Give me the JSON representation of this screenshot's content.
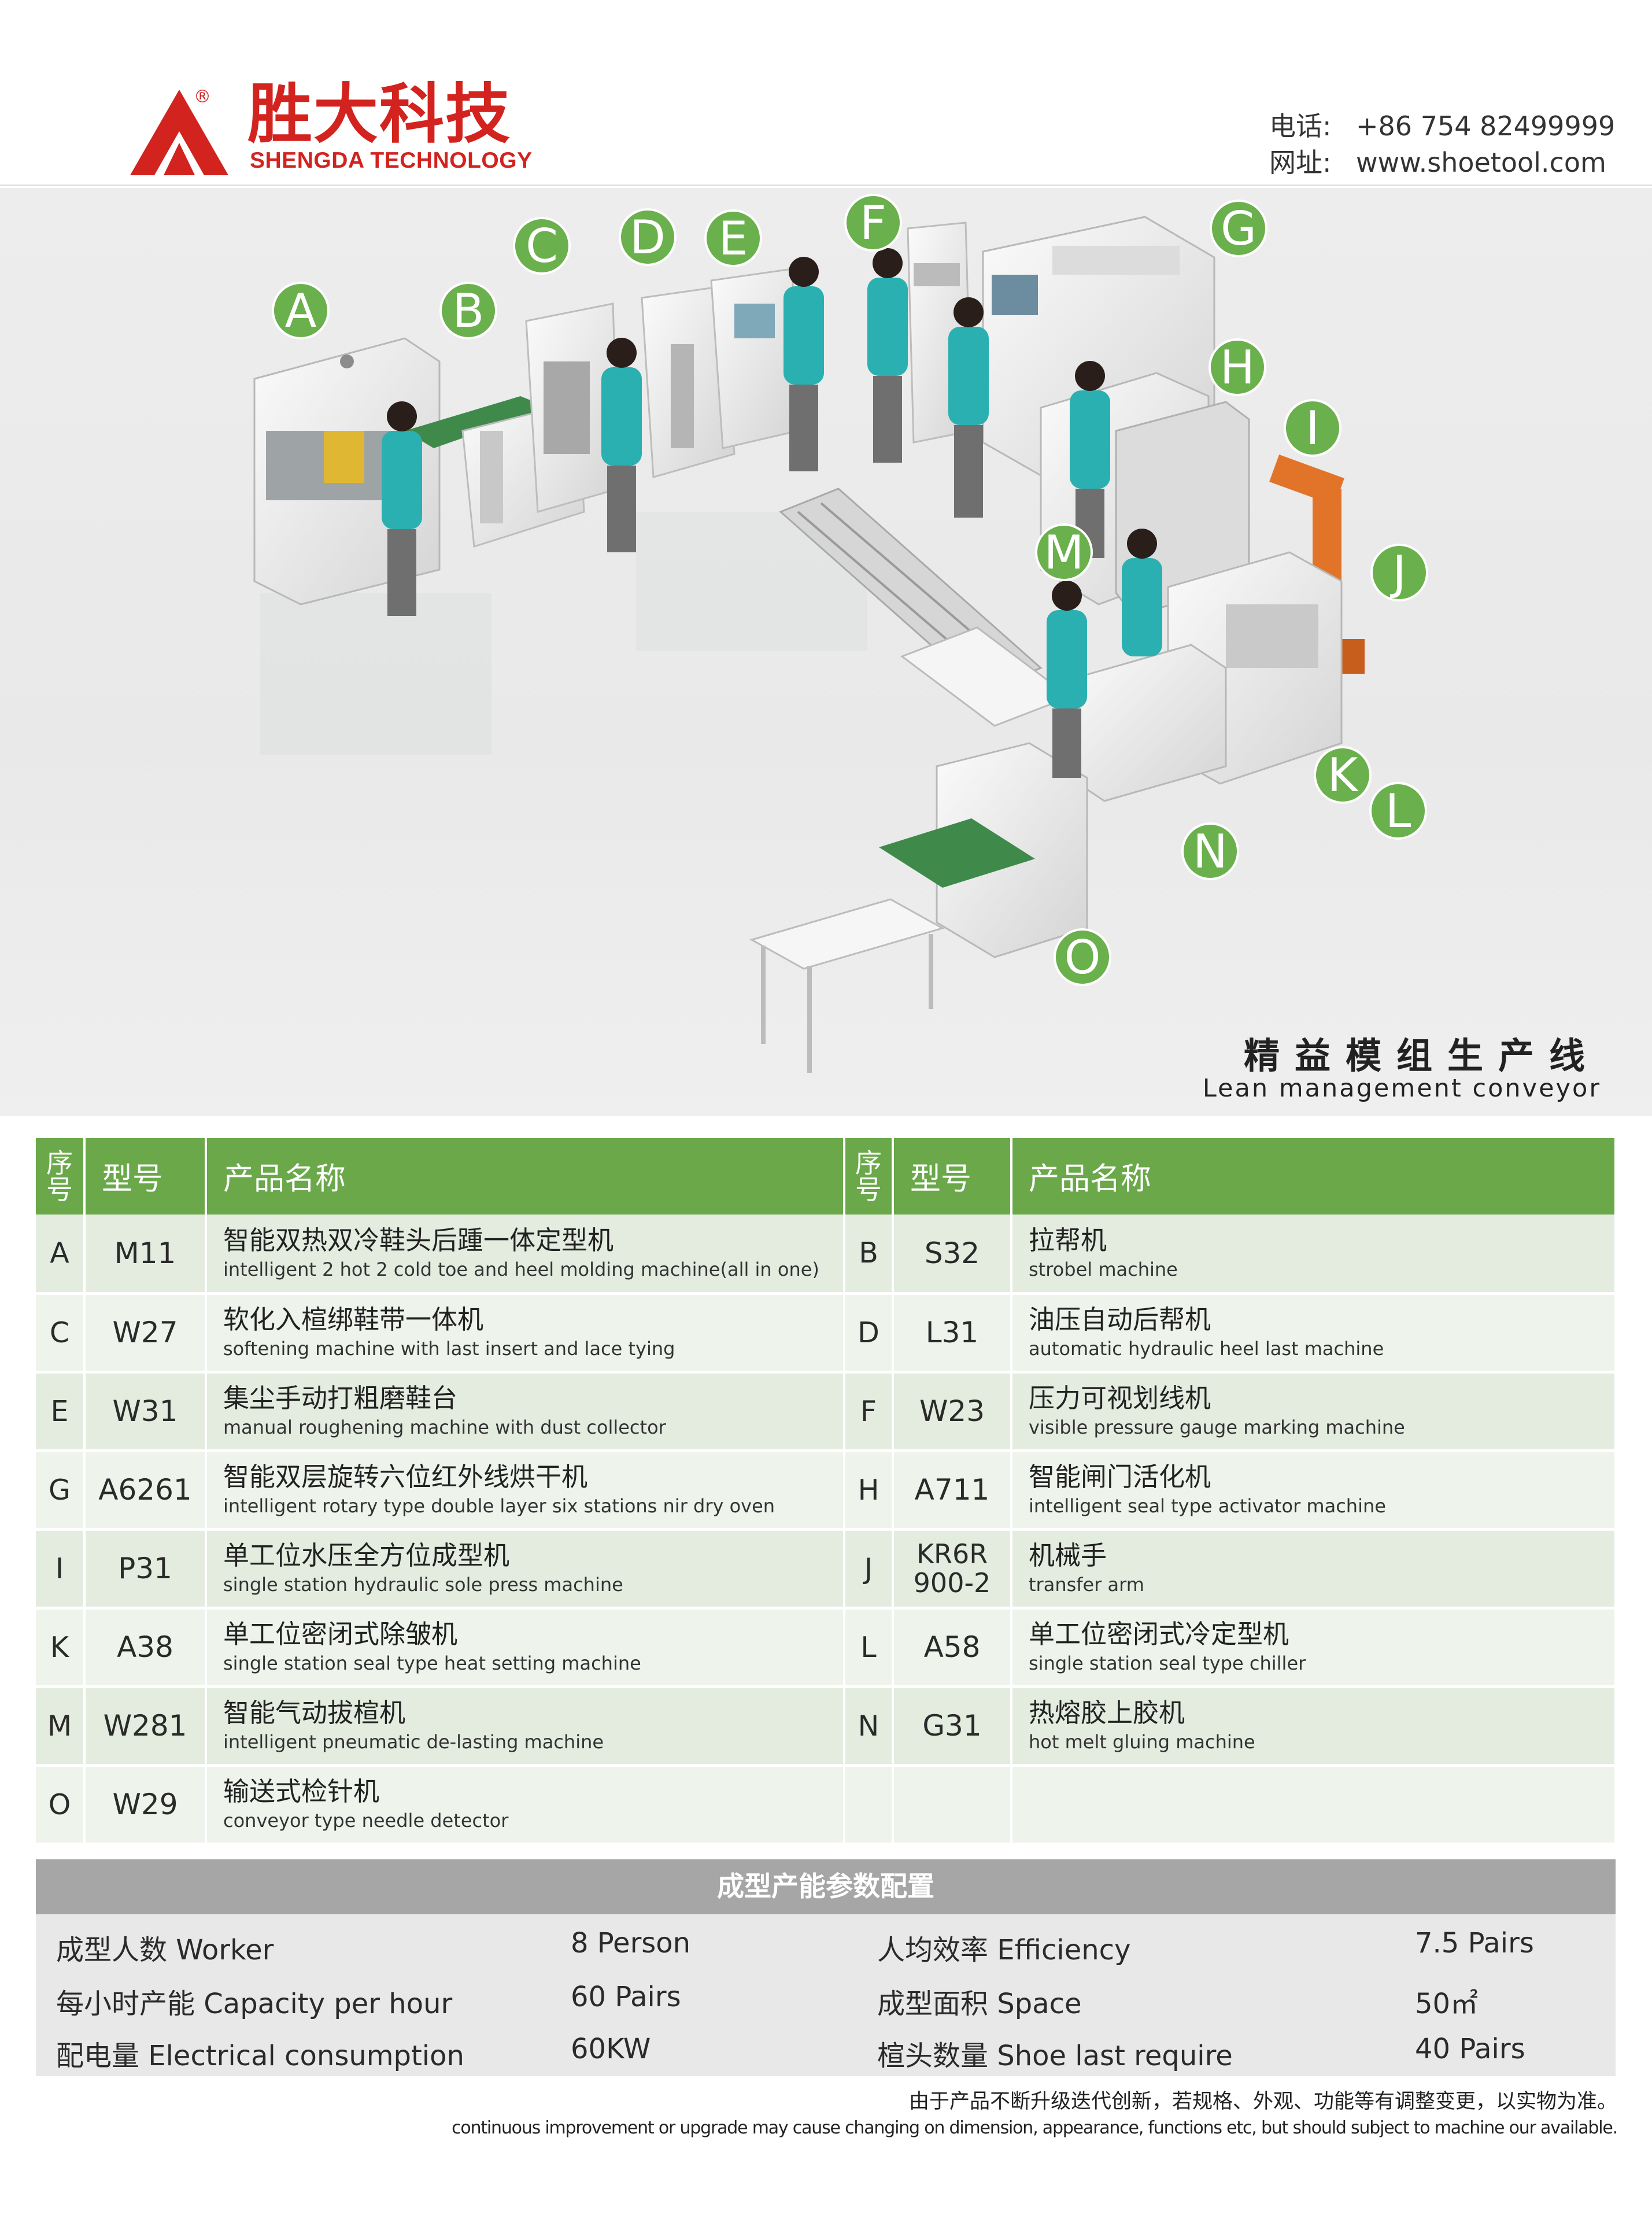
{
  "brand": {
    "name_cn": "胜大科技",
    "name_en": "SHENGDA TECHNOLOGY",
    "registered": "®",
    "color": "#d2231f"
  },
  "contact": {
    "phone_label": "电话:",
    "phone": "+86 754 82499999",
    "web_label": "网址:",
    "web": "www.shoetool.com"
  },
  "hero": {
    "title_cn": "精益模组生产线",
    "title_en": "Lean management conveyor",
    "marker_color": "#6ab04c",
    "markers": [
      "A",
      "B",
      "C",
      "D",
      "E",
      "F",
      "G",
      "H",
      "I",
      "J",
      "K",
      "L",
      "M",
      "N",
      "O"
    ]
  },
  "table": {
    "headers": {
      "idx": "序号",
      "model": "型号",
      "name": "产品名称"
    },
    "header_color": "#6aa84a",
    "rows": [
      {
        "l": {
          "idx": "A",
          "model": "M11",
          "cn": "智能双热双冷鞋头后踵一体定型机",
          "en": "intelligent 2 hot 2 cold toe and heel molding machine(all in one)"
        },
        "r": {
          "idx": "B",
          "model": "S32",
          "cn": "拉帮机",
          "en": "strobel machine"
        }
      },
      {
        "l": {
          "idx": "C",
          "model": "W27",
          "cn": "软化入楦绑鞋带一体机",
          "en": "softening machine with last insert and lace tying"
        },
        "r": {
          "idx": "D",
          "model": "L31",
          "cn": "油压自动后帮机",
          "en": "automatic hydraulic heel last machine"
        }
      },
      {
        "l": {
          "idx": "E",
          "model": "W31",
          "cn": "集尘手动打粗磨鞋台",
          "en": "manual roughening machine with dust collector"
        },
        "r": {
          "idx": "F",
          "model": "W23",
          "cn": "压力可视划线机",
          "en": "visible pressure gauge marking machine"
        }
      },
      {
        "l": {
          "idx": "G",
          "model": "A6261",
          "cn": "智能双层旋转六位红外线烘干机",
          "en": "intelligent rotary type double layer six stations nir dry oven"
        },
        "r": {
          "idx": "H",
          "model": "A711",
          "cn": "智能闸门活化机",
          "en": "intelligent seal type activator machine"
        }
      },
      {
        "l": {
          "idx": "I",
          "model": "P31",
          "cn": "单工位水压全方位成型机",
          "en": "single station hydraulic sole press machine"
        },
        "r": {
          "idx": "J",
          "model": "KR6R 900-2",
          "model_1": "KR6R",
          "model_2": "900-2",
          "cn": "机械手",
          "en": "transfer arm"
        }
      },
      {
        "l": {
          "idx": "K",
          "model": "A38",
          "cn": "单工位密闭式除皱机",
          "en": "single station seal type heat setting machine"
        },
        "r": {
          "idx": "L",
          "model": "A58",
          "cn": "单工位密闭式冷定型机",
          "en": "single station seal type chiller"
        }
      },
      {
        "l": {
          "idx": "M",
          "model": "W281",
          "cn": "智能气动拔楦机",
          "en": "intelligent pneumatic de-lasting machine"
        },
        "r": {
          "idx": "N",
          "model": "G31",
          "cn": "热熔胶上胶机",
          "en": "hot melt gluing machine"
        }
      },
      {
        "l": {
          "idx": "O",
          "model": "W29",
          "cn": "输送式检针机",
          "en": "conveyor type needle detector"
        },
        "r": {
          "idx": "",
          "model": "",
          "cn": "",
          "en": ""
        }
      }
    ]
  },
  "capacity": {
    "title": "成型产能参数配置",
    "items": [
      {
        "label": "成型人数 Worker",
        "value": "8 Person"
      },
      {
        "label": "人均效率 Efficiency",
        "value": "7.5 Pairs"
      },
      {
        "label": "每小时产能 Capacity per hour",
        "value": "60 Pairs"
      },
      {
        "label": "成型面积 Space",
        "value": "50㎡"
      },
      {
        "label": "配电量 Electrical consumption",
        "value": "60KW"
      },
      {
        "label": "楦头数量 Shoe last require",
        "value": "40 Pairs"
      }
    ]
  },
  "footer": {
    "note_cn": "由于产品不断升级迭代创新，若规格、外观、功能等有调整变更，以实物为准。",
    "note_en": "continuous improvement or upgrade may cause changing on dimension, appearance, functions etc, but  should subject to machine our available."
  }
}
